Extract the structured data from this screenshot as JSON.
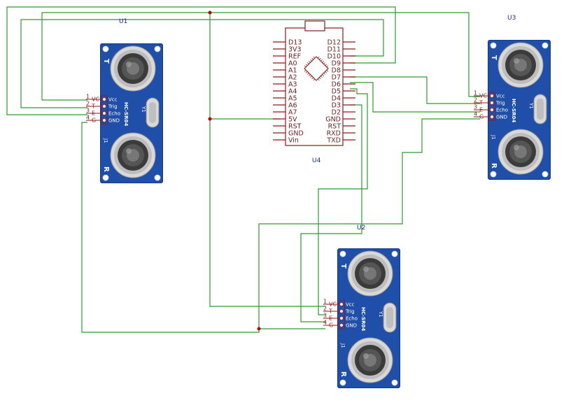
{
  "arduino": {
    "ref": "U4",
    "left_pins": [
      "D13",
      "3V3",
      "REF",
      "A0",
      "A1",
      "A2",
      "A3",
      "A4",
      "A5",
      "A6",
      "A7",
      "5V",
      "RST",
      "GND",
      "Vin"
    ],
    "right_pins": [
      "D12",
      "D11",
      "D10",
      "D9",
      "D8",
      "D7",
      "D6",
      "D5",
      "D4",
      "D3",
      "D2",
      "GND",
      "RST",
      "RXD",
      "TXD"
    ]
  },
  "sensors": [
    {
      "ref": "U1",
      "model": "HC-SR04"
    },
    {
      "ref": "U3",
      "model": "HC-SR04"
    },
    {
      "ref": "U2",
      "model": "HC-SR04"
    }
  ],
  "sensor_pins": {
    "numbers": [
      "1",
      "2",
      "3",
      "4"
    ],
    "labels": [
      "Vcc",
      "Trig",
      "Echo",
      "GND"
    ],
    "short": [
      "VC",
      "T",
      "E",
      "G"
    ]
  },
  "sensor_marks": {
    "transmit": "T",
    "receive": "R",
    "crystal": "Y1",
    "header": "J1"
  },
  "colors": {
    "wire": "#2f9a2f",
    "schematic": "#8b1a1a",
    "pcb": "#1f4fa8",
    "junction": "#c00000",
    "reference": "#1a2a8a"
  }
}
